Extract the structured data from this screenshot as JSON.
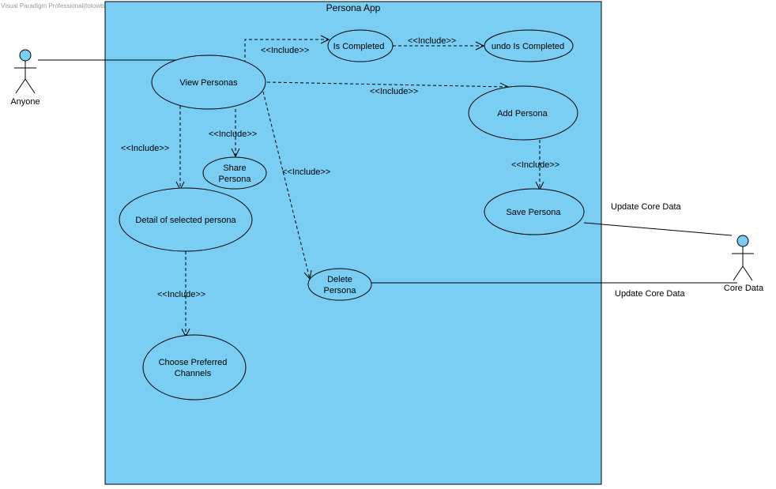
{
  "watermark": "Visual Paradigm Professional(totowbi(City University London))",
  "system": {
    "title": "Persona App",
    "color": "#7acef4"
  },
  "actors": {
    "anyone": {
      "name": "Anyone"
    },
    "core_data": {
      "name": "Core Data"
    }
  },
  "use_cases": {
    "view_personas": "View Personas",
    "is_completed": "Is Completed",
    "undo_is_completed": "undo Is Completed",
    "add_persona": "Add Persona",
    "share_persona_line1": "Share",
    "share_persona_line2": "Persona",
    "save_persona": "Save Persona",
    "detail_selected": "Detail of selected persona",
    "delete_persona_line1": "Delete",
    "delete_persona_line2": "Persona",
    "choose_channels_line1": "Choose Preferred",
    "choose_channels_line2": "Channels"
  },
  "stereotype": "<<Include>>",
  "associations": {
    "save_to_core": "Update Core Data",
    "delete_to_core": "Update Core Data"
  }
}
